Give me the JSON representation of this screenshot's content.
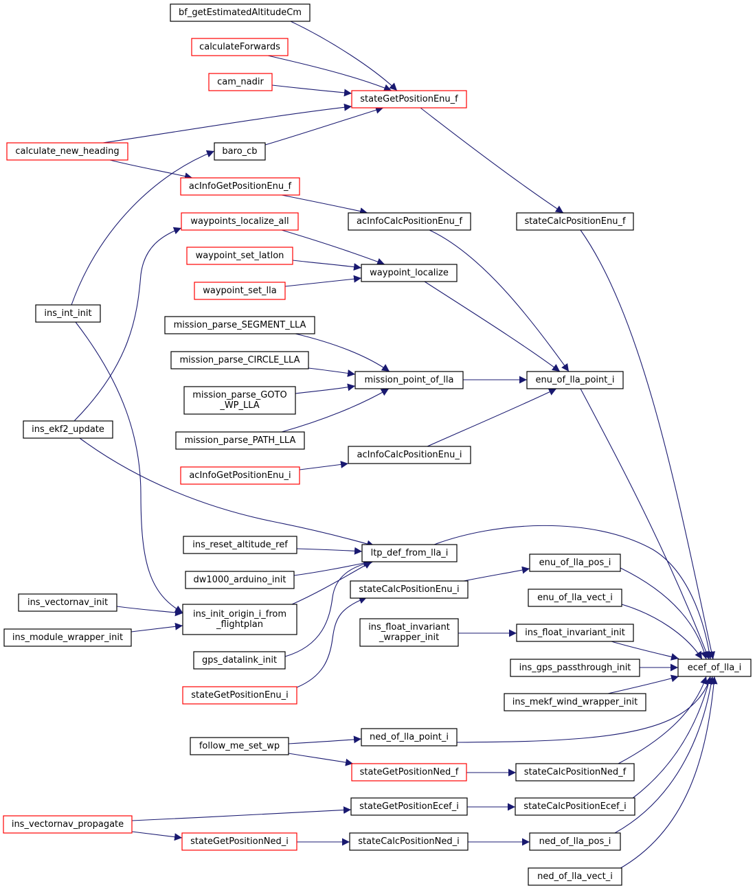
{
  "colors": {
    "edge": "#191970",
    "border_default": "#000000",
    "border_truncated": "#ff0000",
    "highlight_fill": "#bfbfbf"
  },
  "nodes": [
    {
      "id": "bf_getEstimatedAltitudeCm",
      "lines": [
        "bf_getEstimatedAltitudeCm"
      ],
      "border": "black"
    },
    {
      "id": "calculateForwards",
      "lines": [
        "calculateForwards"
      ],
      "border": "red"
    },
    {
      "id": "cam_nadir",
      "lines": [
        "cam_nadir"
      ],
      "border": "red"
    },
    {
      "id": "stateGetPositionEnu_f",
      "lines": [
        "stateGetPositionEnu_f"
      ],
      "border": "red"
    },
    {
      "id": "calculate_new_heading",
      "lines": [
        "calculate_new_heading"
      ],
      "border": "red"
    },
    {
      "id": "baro_cb",
      "lines": [
        "baro_cb"
      ],
      "border": "black"
    },
    {
      "id": "acInfoGetPositionEnu_f",
      "lines": [
        "acInfoGetPositionEnu_f"
      ],
      "border": "red"
    },
    {
      "id": "acInfoCalcPositionEnu_f",
      "lines": [
        "acInfoCalcPositionEnu_f"
      ],
      "border": "black"
    },
    {
      "id": "stateCalcPositionEnu_f",
      "lines": [
        "stateCalcPositionEnu_f"
      ],
      "border": "black"
    },
    {
      "id": "waypoints_localize_all",
      "lines": [
        "waypoints_localize_all"
      ],
      "border": "red"
    },
    {
      "id": "waypoint_set_latlon",
      "lines": [
        "waypoint_set_latlon"
      ],
      "border": "red"
    },
    {
      "id": "waypoint_localize",
      "lines": [
        "waypoint_localize"
      ],
      "border": "black"
    },
    {
      "id": "waypoint_set_lla",
      "lines": [
        "waypoint_set_lla"
      ],
      "border": "red"
    },
    {
      "id": "ins_int_init",
      "lines": [
        "ins_int_init"
      ],
      "border": "black"
    },
    {
      "id": "mission_parse_SEGMENT_LLA",
      "lines": [
        "mission_parse_SEGMENT_LLA"
      ],
      "border": "black"
    },
    {
      "id": "mission_parse_CIRCLE_LLA",
      "lines": [
        "mission_parse_CIRCLE_LLA"
      ],
      "border": "black"
    },
    {
      "id": "mission_point_of_lla",
      "lines": [
        "mission_point_of_lla"
      ],
      "border": "black"
    },
    {
      "id": "enu_of_lla_point_i",
      "lines": [
        "enu_of_lla_point_i"
      ],
      "border": "black"
    },
    {
      "id": "mission_parse_GOTO_WP_LLA",
      "lines": [
        "mission_parse_GOTO",
        "_WP_LLA"
      ],
      "border": "black"
    },
    {
      "id": "ins_ekf2_update",
      "lines": [
        "ins_ekf2_update"
      ],
      "border": "black"
    },
    {
      "id": "mission_parse_PATH_LLA",
      "lines": [
        "mission_parse_PATH_LLA"
      ],
      "border": "black"
    },
    {
      "id": "acInfoCalcPositionEnu_i",
      "lines": [
        "acInfoCalcPositionEnu_i"
      ],
      "border": "black"
    },
    {
      "id": "acInfoGetPositionEnu_i",
      "lines": [
        "acInfoGetPositionEnu_i"
      ],
      "border": "red"
    },
    {
      "id": "ins_reset_altitude_ref",
      "lines": [
        "ins_reset_altitude_ref"
      ],
      "border": "black"
    },
    {
      "id": "ltp_def_from_lla_i",
      "lines": [
        "ltp_def_from_lla_i"
      ],
      "border": "black"
    },
    {
      "id": "enu_of_lla_pos_i",
      "lines": [
        "enu_of_lla_pos_i"
      ],
      "border": "black"
    },
    {
      "id": "dw1000_arduino_init",
      "lines": [
        "dw1000_arduino_init"
      ],
      "border": "black"
    },
    {
      "id": "stateCalcPositionEnu_i",
      "lines": [
        "stateCalcPositionEnu_i"
      ],
      "border": "black"
    },
    {
      "id": "enu_of_lla_vect_i",
      "lines": [
        "enu_of_lla_vect_i"
      ],
      "border": "black"
    },
    {
      "id": "ins_vectornav_init",
      "lines": [
        "ins_vectornav_init"
      ],
      "border": "black"
    },
    {
      "id": "ins_init_origin_i_from_flightplan",
      "lines": [
        "ins_init_origin_i_from",
        "_flightplan"
      ],
      "border": "black"
    },
    {
      "id": "ins_module_wrapper_init",
      "lines": [
        "ins_module_wrapper_init"
      ],
      "border": "black"
    },
    {
      "id": "ins_float_invariant_wrapper_init",
      "lines": [
        "ins_float_invariant",
        "_wrapper_init"
      ],
      "border": "black"
    },
    {
      "id": "ins_float_invariant_init",
      "lines": [
        "ins_float_invariant_init"
      ],
      "border": "black"
    },
    {
      "id": "gps_datalink_init",
      "lines": [
        "gps_datalink_init"
      ],
      "border": "black"
    },
    {
      "id": "ins_gps_passthrough_init",
      "lines": [
        "ins_gps_passthrough_init"
      ],
      "border": "black"
    },
    {
      "id": "ecef_of_lla_i",
      "lines": [
        "ecef_of_lla_i"
      ],
      "border": "black",
      "highlight": true
    },
    {
      "id": "stateGetPositionEnu_i",
      "lines": [
        "stateGetPositionEnu_i"
      ],
      "border": "red"
    },
    {
      "id": "ins_mekf_wind_wrapper_init",
      "lines": [
        "ins_mekf_wind_wrapper_init"
      ],
      "border": "black"
    },
    {
      "id": "ned_of_lla_point_i",
      "lines": [
        "ned_of_lla_point_i"
      ],
      "border": "black"
    },
    {
      "id": "follow_me_set_wp",
      "lines": [
        "follow_me_set_wp"
      ],
      "border": "black"
    },
    {
      "id": "stateGetPositionNed_f",
      "lines": [
        "stateGetPositionNed_f"
      ],
      "border": "red"
    },
    {
      "id": "stateCalcPositionNed_f",
      "lines": [
        "stateCalcPositionNed_f"
      ],
      "border": "black"
    },
    {
      "id": "stateGetPositionEcef_i",
      "lines": [
        "stateGetPositionEcef_i"
      ],
      "border": "black"
    },
    {
      "id": "stateCalcPositionEcef_i",
      "lines": [
        "stateCalcPositionEcef_i"
      ],
      "border": "black"
    },
    {
      "id": "ins_vectornav_propagate",
      "lines": [
        "ins_vectornav_propagate"
      ],
      "border": "red"
    },
    {
      "id": "stateGetPositionNed_i",
      "lines": [
        "stateGetPositionNed_i"
      ],
      "border": "red"
    },
    {
      "id": "stateCalcPositionNed_i",
      "lines": [
        "stateCalcPositionNed_i"
      ],
      "border": "black"
    },
    {
      "id": "ned_of_lla_pos_i",
      "lines": [
        "ned_of_lla_pos_i"
      ],
      "border": "black"
    },
    {
      "id": "ned_of_lla_vect_i",
      "lines": [
        "ned_of_lla_vect_i"
      ],
      "border": "black"
    }
  ],
  "edges": [
    {
      "from": "bf_getEstimatedAltitudeCm",
      "to": "stateGetPositionEnu_f"
    },
    {
      "from": "calculateForwards",
      "to": "stateGetPositionEnu_f"
    },
    {
      "from": "cam_nadir",
      "to": "stateGetPositionEnu_f"
    },
    {
      "from": "calculate_new_heading",
      "to": "stateGetPositionEnu_f"
    },
    {
      "from": "baro_cb",
      "to": "stateGetPositionEnu_f"
    },
    {
      "from": "ins_int_init",
      "to": "baro_cb"
    },
    {
      "from": "calculate_new_heading",
      "to": "acInfoGetPositionEnu_f"
    },
    {
      "from": "acInfoGetPositionEnu_f",
      "to": "acInfoCalcPositionEnu_f"
    },
    {
      "from": "stateGetPositionEnu_f",
      "to": "stateCalcPositionEnu_f"
    },
    {
      "from": "ins_ekf2_update",
      "to": "waypoints_localize_all"
    },
    {
      "from": "waypoints_localize_all",
      "to": "waypoint_localize"
    },
    {
      "from": "waypoint_set_latlon",
      "to": "waypoint_localize"
    },
    {
      "from": "waypoint_set_lla",
      "to": "waypoint_localize"
    },
    {
      "from": "acInfoCalcPositionEnu_f",
      "to": "enu_of_lla_point_i"
    },
    {
      "from": "waypoint_localize",
      "to": "enu_of_lla_point_i"
    },
    {
      "from": "mission_parse_SEGMENT_LLA",
      "to": "mission_point_of_lla"
    },
    {
      "from": "mission_parse_CIRCLE_LLA",
      "to": "mission_point_of_lla"
    },
    {
      "from": "mission_parse_GOTO_WP_LLA",
      "to": "mission_point_of_lla"
    },
    {
      "from": "mission_parse_PATH_LLA",
      "to": "mission_point_of_lla"
    },
    {
      "from": "mission_point_of_lla",
      "to": "enu_of_lla_point_i"
    },
    {
      "from": "acInfoCalcPositionEnu_i",
      "to": "enu_of_lla_point_i"
    },
    {
      "from": "acInfoGetPositionEnu_i",
      "to": "acInfoCalcPositionEnu_i"
    },
    {
      "from": "ins_int_init",
      "to": "ins_init_origin_i_from_flightplan"
    },
    {
      "from": "ins_ekf2_update",
      "to": "ltp_def_from_lla_i"
    },
    {
      "from": "ins_reset_altitude_ref",
      "to": "ltp_def_from_lla_i"
    },
    {
      "from": "dw1000_arduino_init",
      "to": "ltp_def_from_lla_i"
    },
    {
      "from": "ins_init_origin_i_from_flightplan",
      "to": "ltp_def_from_lla_i"
    },
    {
      "from": "gps_datalink_init",
      "to": "ltp_def_from_lla_i"
    },
    {
      "from": "ins_vectornav_init",
      "to": "ins_init_origin_i_from_flightplan"
    },
    {
      "from": "ins_module_wrapper_init",
      "to": "ins_init_origin_i_from_flightplan"
    },
    {
      "from": "stateCalcPositionEnu_i",
      "to": "enu_of_lla_pos_i"
    },
    {
      "from": "stateGetPositionEnu_i",
      "to": "stateCalcPositionEnu_i"
    },
    {
      "from": "ins_float_invariant_wrapper_init",
      "to": "ins_float_invariant_init"
    },
    {
      "from": "stateCalcPositionEnu_f",
      "to": "ecef_of_lla_i"
    },
    {
      "from": "enu_of_lla_point_i",
      "to": "ecef_of_lla_i"
    },
    {
      "from": "ltp_def_from_lla_i",
      "to": "ecef_of_lla_i"
    },
    {
      "from": "enu_of_lla_pos_i",
      "to": "ecef_of_lla_i"
    },
    {
      "from": "enu_of_lla_vect_i",
      "to": "ecef_of_lla_i"
    },
    {
      "from": "ins_float_invariant_init",
      "to": "ecef_of_lla_i"
    },
    {
      "from": "ins_gps_passthrough_init",
      "to": "ecef_of_lla_i"
    },
    {
      "from": "ins_mekf_wind_wrapper_init",
      "to": "ecef_of_lla_i"
    },
    {
      "from": "follow_me_set_wp",
      "to": "ned_of_lla_point_i"
    },
    {
      "from": "follow_me_set_wp",
      "to": "stateGetPositionNed_f"
    },
    {
      "from": "stateGetPositionNed_f",
      "to": "stateCalcPositionNed_f"
    },
    {
      "from": "ins_vectornav_propagate",
      "to": "stateGetPositionEcef_i"
    },
    {
      "from": "stateGetPositionEcef_i",
      "to": "stateCalcPositionEcef_i"
    },
    {
      "from": "ins_vectornav_propagate",
      "to": "stateGetPositionNed_i"
    },
    {
      "from": "stateGetPositionNed_i",
      "to": "stateCalcPositionNed_i"
    },
    {
      "from": "stateCalcPositionNed_i",
      "to": "ned_of_lla_pos_i"
    },
    {
      "from": "ned_of_lla_point_i",
      "to": "ecef_of_lla_i"
    },
    {
      "from": "stateCalcPositionNed_f",
      "to": "ecef_of_lla_i"
    },
    {
      "from": "stateCalcPositionEcef_i",
      "to": "ecef_of_lla_i"
    },
    {
      "from": "ned_of_lla_pos_i",
      "to": "ecef_of_lla_i"
    },
    {
      "from": "ned_of_lla_vect_i",
      "to": "ecef_of_lla_i"
    }
  ]
}
